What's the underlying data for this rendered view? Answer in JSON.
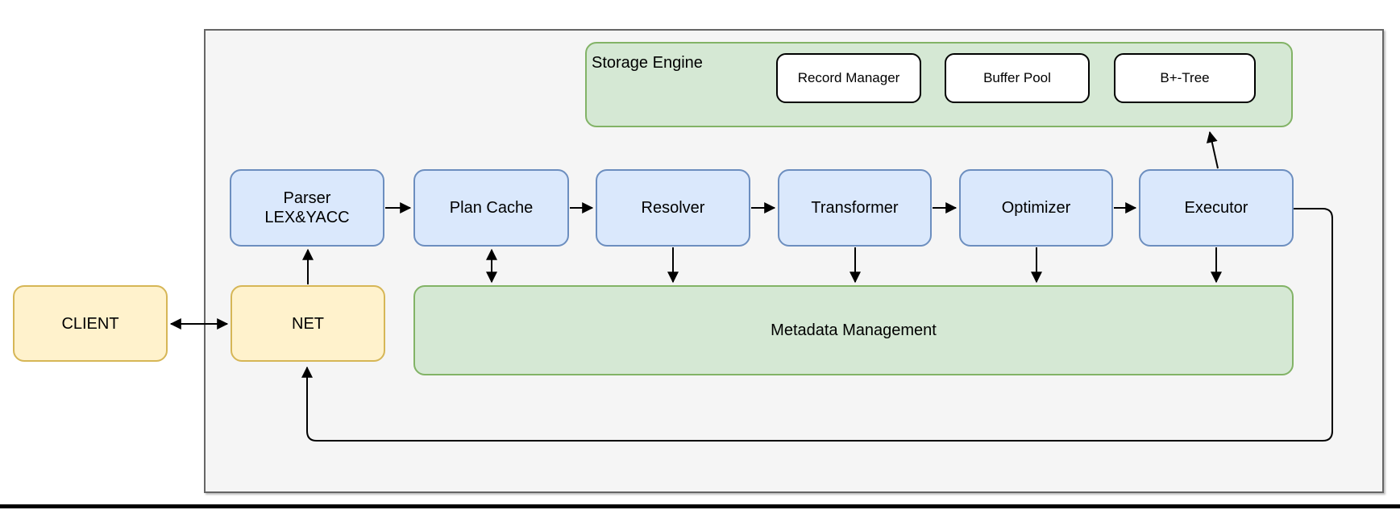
{
  "diagram": {
    "nodes": {
      "client": {
        "label": "CLIENT"
      },
      "net": {
        "label": "NET"
      },
      "parser": {
        "label_line1": "Parser",
        "label_line2": "LEX&YACC"
      },
      "plan_cache": {
        "label": "Plan Cache"
      },
      "resolver": {
        "label": "Resolver"
      },
      "transformer": {
        "label": "Transformer"
      },
      "optimizer": {
        "label": "Optimizer"
      },
      "executor": {
        "label": "Executor"
      },
      "storage_engine": {
        "label": "Storage Engine"
      },
      "record_manager": {
        "label": "Record Manager"
      },
      "buffer_pool": {
        "label": "Buffer Pool"
      },
      "bplus_tree": {
        "label": "B+-Tree"
      },
      "metadata_management": {
        "label": "Metadata Management"
      }
    },
    "palette": {
      "yellow_fill": "#fff2cc",
      "yellow_stroke": "#d6b656",
      "blue_fill": "#dae8fc",
      "blue_stroke": "#6c8ebf",
      "green_fill": "#d5e8d4",
      "green_stroke": "#82b366",
      "container_fill": "#f5f5f5",
      "container_stroke": "#666666",
      "arrow_color": "#000000",
      "text_color": "#000000"
    }
  }
}
